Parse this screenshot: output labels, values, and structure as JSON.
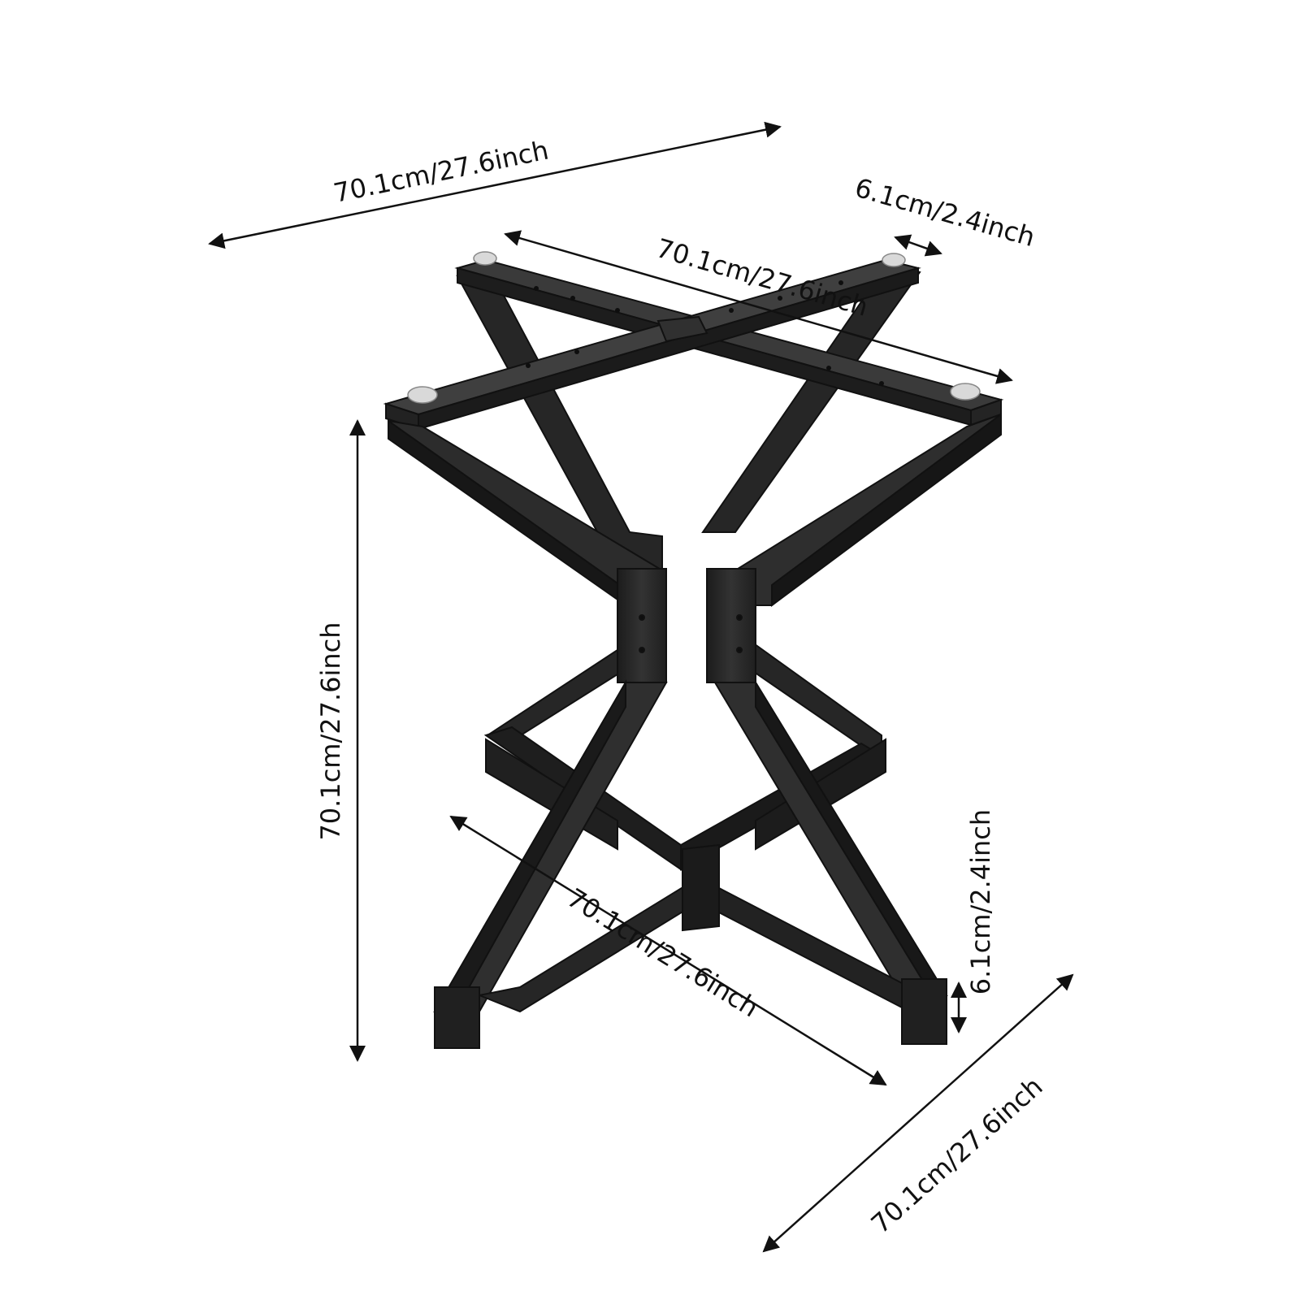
{
  "product": {
    "name": "",
    "frame_color": "#2b2b2b",
    "frame_highlight": "#4a4a4a",
    "frame_shadow": "#161616",
    "foot_pad_color": "#d9d9d9"
  },
  "dimensions": {
    "top_width": "70.1cm/27.6inch",
    "top_depth": "70.1cm/27.6inch",
    "tube_top_width": "6.1cm/2.4inch",
    "height": "70.1cm/27.6inch",
    "base_depth": "70.1cm/27.6inch",
    "tube_base_height": "6.1cm/2.4inch",
    "base_width": "70.1cm/27.6inch"
  },
  "annotations": {
    "arrow_color": "#111111",
    "label_color": "#111111"
  }
}
